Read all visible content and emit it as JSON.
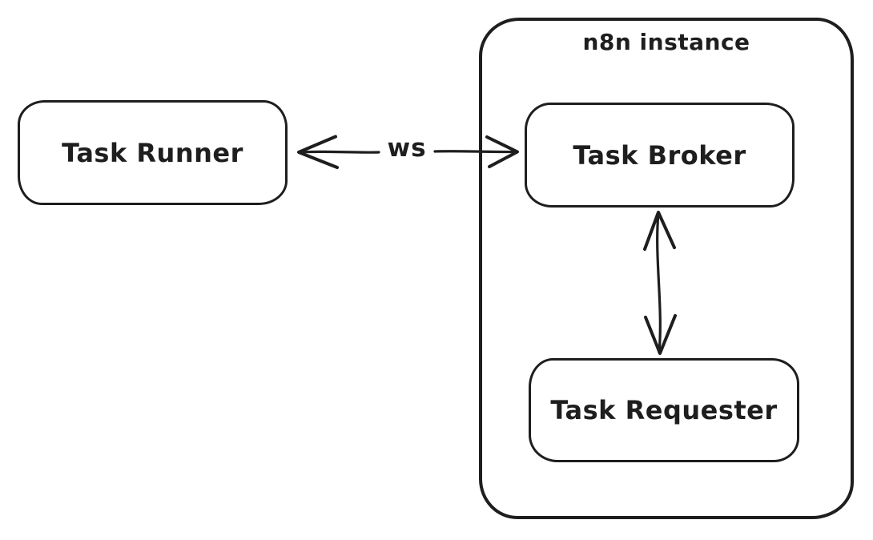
{
  "diagram": {
    "container": {
      "label": "n8n instance"
    },
    "nodes": {
      "task_runner": {
        "label": "Task Runner"
      },
      "task_broker": {
        "label": "Task Broker"
      },
      "task_requester": {
        "label": "Task Requester"
      }
    },
    "edges": {
      "runner_broker": {
        "label": "ws",
        "direction": "bidirectional"
      },
      "broker_requester": {
        "label": "",
        "direction": "bidirectional"
      }
    },
    "colors": {
      "stroke": "#1e1e1e",
      "background": "#ffffff"
    }
  }
}
